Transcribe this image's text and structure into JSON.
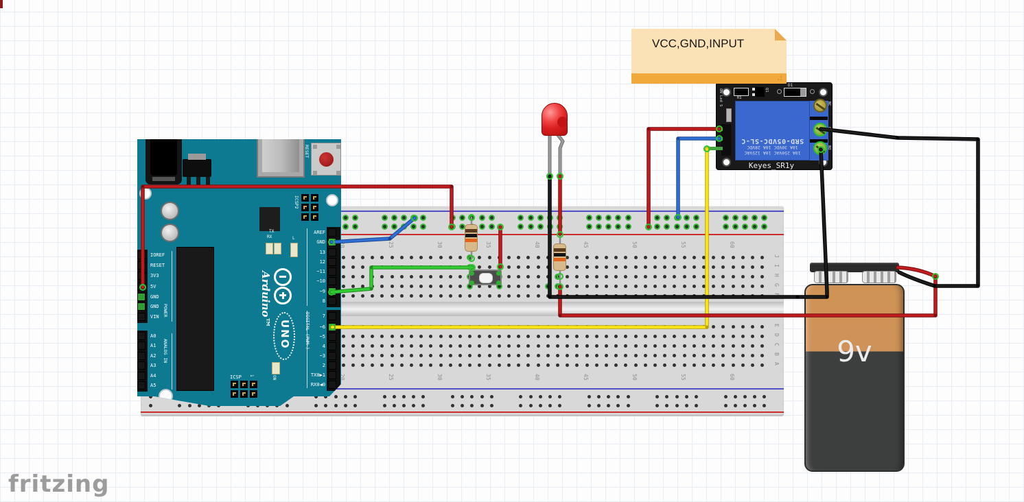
{
  "watermark": "fritzing",
  "note": {
    "text": "VCC,GND,INPUT"
  },
  "battery": {
    "label": "9v"
  },
  "relay": {
    "name": "Keyes_SR1y",
    "terminal_labels": [
      "NC",
      "C",
      "NO"
    ],
    "component_refs": {
      "r1": "R1",
      "q1": "Q1",
      "d1": "D1"
    },
    "side_label": "ON Led S",
    "body_lines": [
      "10A 250VAC 10A 125VAC",
      "10A 30VDC 10A 28VDC",
      "SRD-05VDC-SL-C"
    ]
  },
  "arduino": {
    "brand": "Arduino™",
    "model": "UNO",
    "reset_label": "RESET",
    "icsp2_label": "ICSP2",
    "icsp_label": "ICSP",
    "icsp_pin1": "1",
    "on_label": "ON",
    "l_label": "L",
    "tx_label": "TX",
    "rx_label": "RX",
    "aref_section": [
      "AREF",
      "GND",
      "13",
      "12",
      "~11",
      "~10",
      "~9",
      "8"
    ],
    "digital_section": [
      "7",
      "~6",
      "~5",
      "4",
      "~3",
      "2",
      "TX0▶1",
      "RX0◀0"
    ],
    "digital_label": "DIGITAL (PWM~)",
    "power_section": [
      "IOREF",
      "RESET",
      "3V3",
      "5V",
      "GND",
      "GND",
      "VIN"
    ],
    "power_label": "POWER",
    "analog_section": [
      "A0",
      "A1",
      "A2",
      "A3",
      "A4",
      "A5"
    ],
    "analog_label": "ANALOG IN"
  },
  "breadboard": {
    "column_numbers": [
      "20",
      "25",
      "30",
      "35",
      "40",
      "45",
      "50",
      "55",
      "60"
    ],
    "row_letters_top": [
      "J",
      "I",
      "H",
      "G",
      "F"
    ],
    "row_letters_bottom": [
      "E",
      "D",
      "C",
      "B",
      "A"
    ]
  },
  "colors": {
    "arduino_teal": "#0d7a91",
    "breadboard_gray": "#d8d8d8",
    "rail_positive": "#cc2b2b",
    "rail_negative": "#5050c8",
    "wire_red": "#c01b1f",
    "wire_green": "#33cc33",
    "wire_yellow": "#ffe618",
    "wire_blue": "#2f6fd2",
    "wire_black": "#1c1c1c",
    "connected_hole_green": "#3cb53c",
    "relay_blue": "#3a68cf",
    "battery_orange": "#cf9258",
    "note_orange": "#fbe2b6",
    "note_bar_orange": "#f2a93b"
  }
}
